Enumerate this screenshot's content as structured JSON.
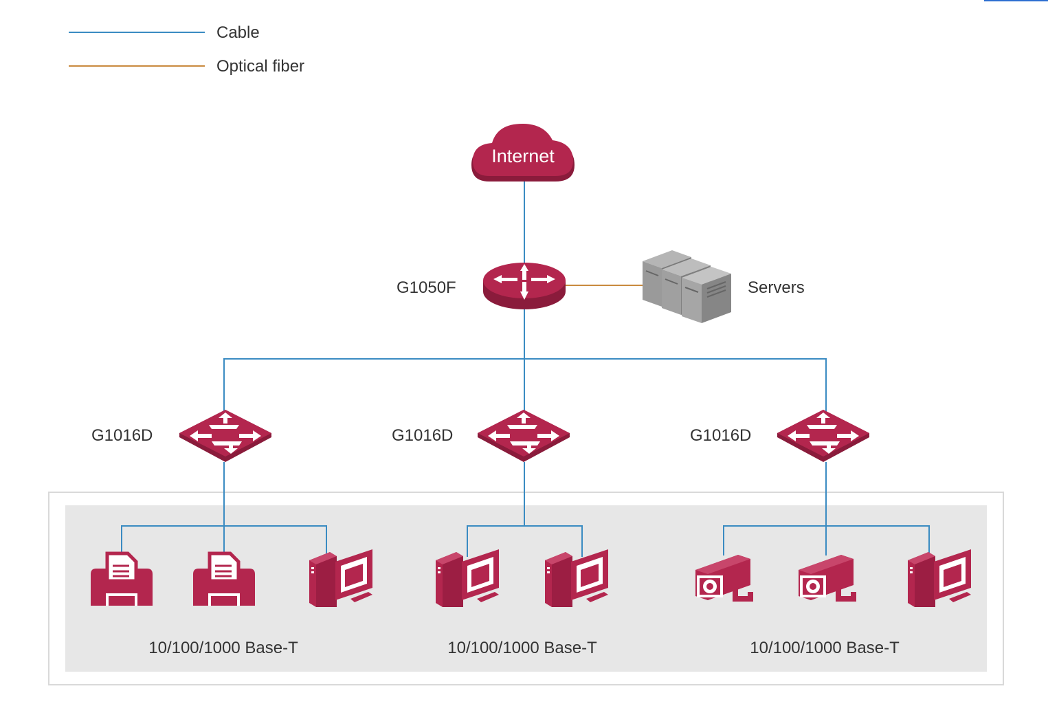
{
  "legend": {
    "cable_label": "Cable",
    "fiber_label": "Optical fiber",
    "cable_color": "#3a8bc2",
    "fiber_color": "#c98a3e"
  },
  "colors": {
    "device": "#b3264e",
    "device_dark": "#8a1b3b",
    "device_top": "#c0365c",
    "server": "#8c8c8c",
    "panel_bg": "#e7e7e7",
    "panel_border": "#d9d9d9"
  },
  "internet": {
    "label": "Internet",
    "icon": "cloud-icon"
  },
  "core_switch": {
    "label": "G1050F",
    "icon": "router-icon"
  },
  "servers": {
    "label": "Servers",
    "icon": "server-rack-icon"
  },
  "access_switches": [
    {
      "label": "G1016D",
      "icon": "switch-icon",
      "segment_label": "10/100/1000 Base-T",
      "devices": [
        "printer-icon",
        "printer-icon",
        "computer-icon"
      ]
    },
    {
      "label": "G1016D",
      "icon": "switch-icon",
      "segment_label": "10/100/1000 Base-T",
      "devices": [
        "computer-icon",
        "computer-icon"
      ]
    },
    {
      "label": "G1016D",
      "icon": "switch-icon",
      "segment_label": "10/100/1000 Base-T",
      "devices": [
        "camera-icon",
        "camera-icon",
        "computer-icon"
      ]
    }
  ]
}
